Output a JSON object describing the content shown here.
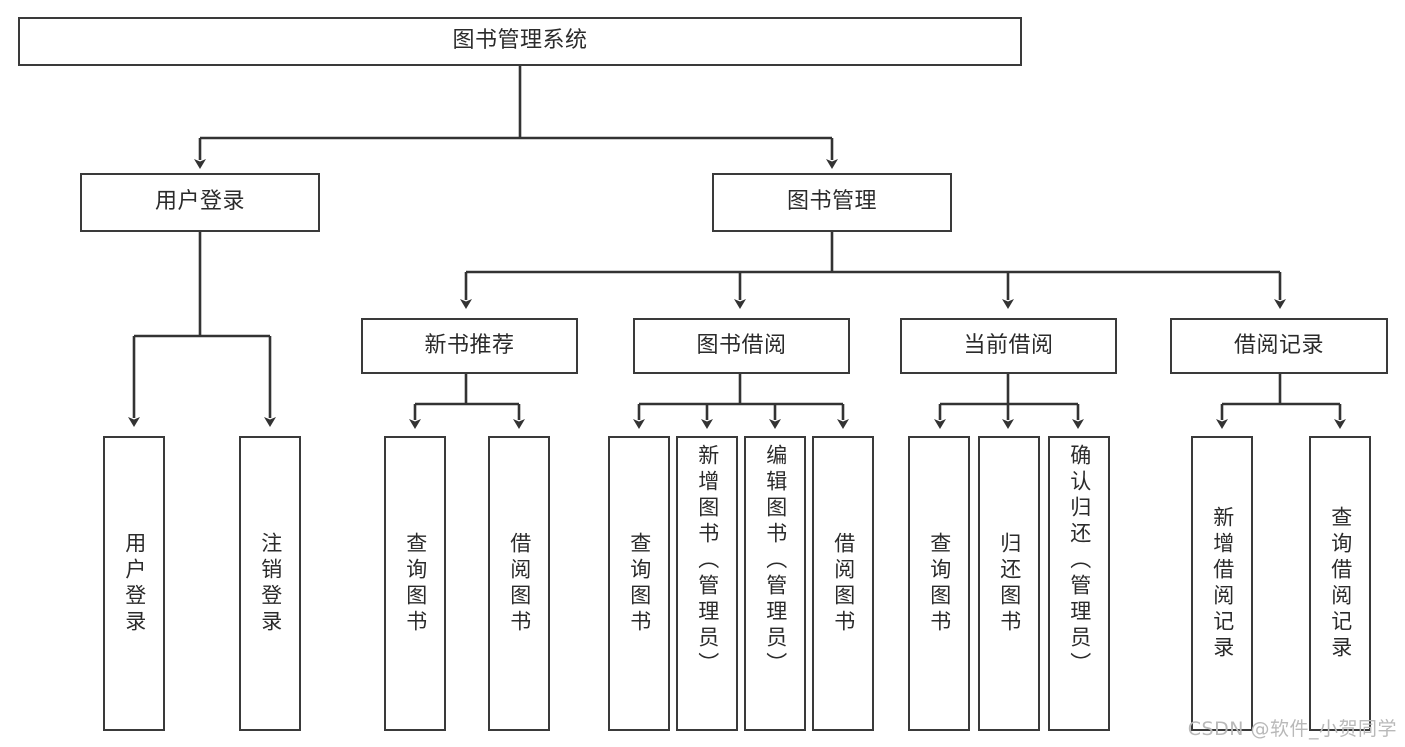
{
  "diagram": {
    "type": "tree",
    "title": "图书管理系统",
    "watermark": "CSDN @软件_小贺同学",
    "colors": {
      "box_border": "#3a3a3a",
      "box_fill": "#ffffff",
      "text": "#2b2b2b",
      "connector": "#333333",
      "watermark": "#b9b9b9",
      "background": "#ffffff"
    },
    "nodes": {
      "root": {
        "label": "图书管理系统",
        "level": 1
      },
      "level2": [
        {
          "id": "user-login",
          "label": "用户登录"
        },
        {
          "id": "book-manage",
          "label": "图书管理"
        }
      ],
      "level3": [
        {
          "id": "new-book-recommend",
          "label": "新书推荐"
        },
        {
          "id": "book-borrow",
          "label": "图书借阅"
        },
        {
          "id": "current-borrow",
          "label": "当前借阅"
        },
        {
          "id": "borrow-record",
          "label": "借阅记录"
        }
      ],
      "leaves": {
        "user-login": [
          {
            "id": "leaf-user-login",
            "label": "用户登录"
          },
          {
            "id": "leaf-logout-login",
            "label": "注销登录"
          }
        ],
        "new-book-recommend": [
          {
            "id": "leaf-query-book-1",
            "label": "查询图书"
          },
          {
            "id": "leaf-borrow-book-1",
            "label": "借阅图书"
          }
        ],
        "book-borrow": [
          {
            "id": "leaf-query-book-2",
            "label": "查询图书"
          },
          {
            "id": "leaf-add-book",
            "label": "新增图书（管理员）"
          },
          {
            "id": "leaf-edit-book",
            "label": "编辑图书（管理员）"
          },
          {
            "id": "leaf-borrow-book-2",
            "label": "借阅图书"
          }
        ],
        "current-borrow": [
          {
            "id": "leaf-query-book-3",
            "label": "查询图书"
          },
          {
            "id": "leaf-return-book",
            "label": "归还图书"
          },
          {
            "id": "leaf-confirm-return",
            "label": "确认归还（管理员）"
          }
        ],
        "borrow-record": [
          {
            "id": "leaf-add-record",
            "label": "新增借阅记录"
          },
          {
            "id": "leaf-query-record",
            "label": "查询借阅记录"
          }
        ]
      }
    }
  }
}
